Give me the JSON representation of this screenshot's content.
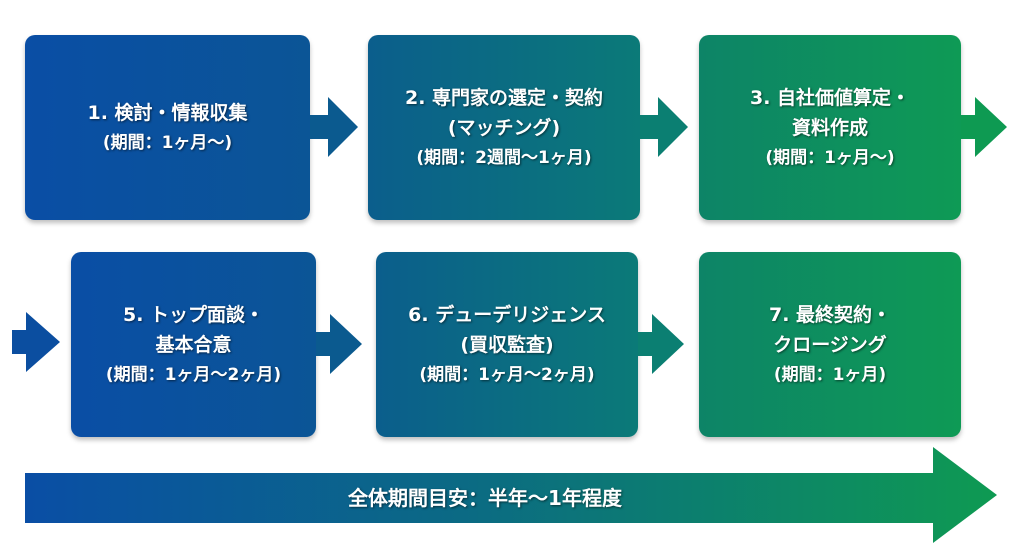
{
  "colors": {
    "blue": "#0a4fa3",
    "teal": "#0b6b84",
    "green": "#0e9a52"
  },
  "steps": [
    {
      "number": "1",
      "lines": [
        "1. 検討・情報収集"
      ],
      "period": "(期間：1ヶ月〜)"
    },
    {
      "number": "2",
      "lines": [
        "2. 専門家の選定・契約",
        "(マッチング)"
      ],
      "period": "(期間：2週間〜1ヶ月)"
    },
    {
      "number": "3",
      "lines": [
        "3. 自社価値算定・",
        "資料作成"
      ],
      "period": "(期間：1ヶ月〜)"
    },
    {
      "number": "5",
      "lines": [
        "5. トップ面談・",
        "基本合意"
      ],
      "period": "(期間：1ヶ月〜2ヶ月)"
    },
    {
      "number": "6",
      "lines": [
        "6. デューデリジェンス",
        "(買収監査)"
      ],
      "period": "(期間：1ヶ月〜2ヶ月)"
    },
    {
      "number": "7",
      "lines": [
        "7. 最終契約・",
        "クロージング"
      ],
      "period": "(期間：1ヶ月)"
    }
  ],
  "timeline": {
    "label": "全体期間目安：半年〜1年程度"
  },
  "icons": {
    "flow_arrow": "arrow-right-icon"
  }
}
